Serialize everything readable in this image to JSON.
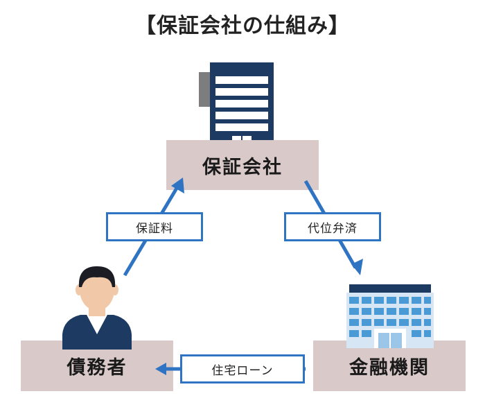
{
  "title": "【保証会社の仕組み】",
  "nodes": {
    "guarantor": "保証会社",
    "debtor": "債務者",
    "bank": "金融機関"
  },
  "edges": {
    "fee": "保証料",
    "subrogation": "代位弁済",
    "loan": "住宅ローン"
  },
  "colors": {
    "box": "#d9c9c9",
    "arrow": "#2f73c3",
    "building": "#1d3a63"
  },
  "icons": [
    "office-building-icon",
    "person-icon",
    "bank-building-icon"
  ]
}
